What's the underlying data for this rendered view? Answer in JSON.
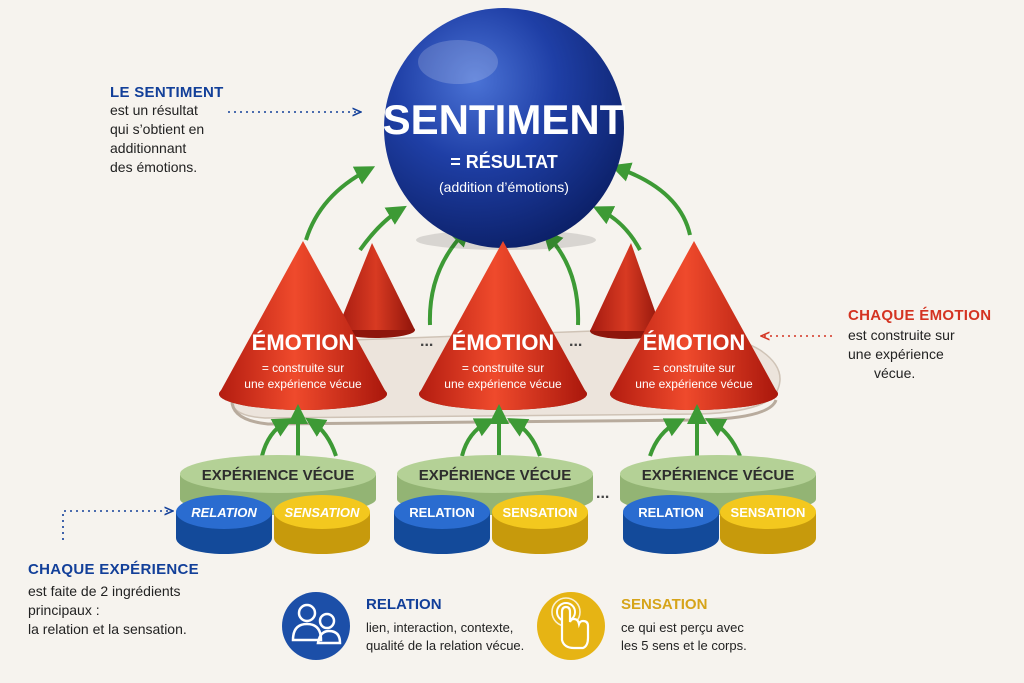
{
  "sphere": {
    "title": "SENTIMENT",
    "subtitle": "= RÉSULTAT",
    "note": "(addition d’émotions)"
  },
  "left_note": {
    "title": "LE SENTIMENT",
    "lines": [
      "est un résultat",
      "qui s’obtient en",
      "additionnant",
      "des émotions."
    ]
  },
  "right_note": {
    "title": "CHAQUE ÉMOTION",
    "lines": [
      "est construite sur",
      "une expérience",
      "vécue."
    ]
  },
  "bottom_left_note": {
    "title": "CHAQUE EXPÉRIENCE",
    "lines": [
      "est faite de 2 ingrédients",
      "principaux :",
      "la relation et la sensation."
    ]
  },
  "emotion": {
    "title": "ÉMOTION",
    "line1": "= construite sur",
    "line2": "une expérience vécue"
  },
  "ellipsis": "...",
  "experience_label": "EXPÉRIENCE VÉCUE",
  "relation_label": "RELATION",
  "sensation_label": "SENSATION",
  "legend": {
    "relation": {
      "title": "RELATION",
      "lines": [
        "lien, interaction, contexte,",
        "qualité de la relation vécue."
      ],
      "icon": "people-icon"
    },
    "sensation": {
      "title": "SENSATION",
      "lines": [
        "ce qui est perçu avec",
        "les 5 sens et le corps."
      ],
      "icon": "touch-hand-icon"
    }
  },
  "colors": {
    "sphere": "#1f3fa6",
    "cone": "#d8321f",
    "experience": "#a9c98c",
    "relation": "#1f5fc0",
    "sensation": "#f0c419",
    "arrow": "#3d9a35",
    "note_blue": "#123f99",
    "note_red": "#d43321"
  }
}
